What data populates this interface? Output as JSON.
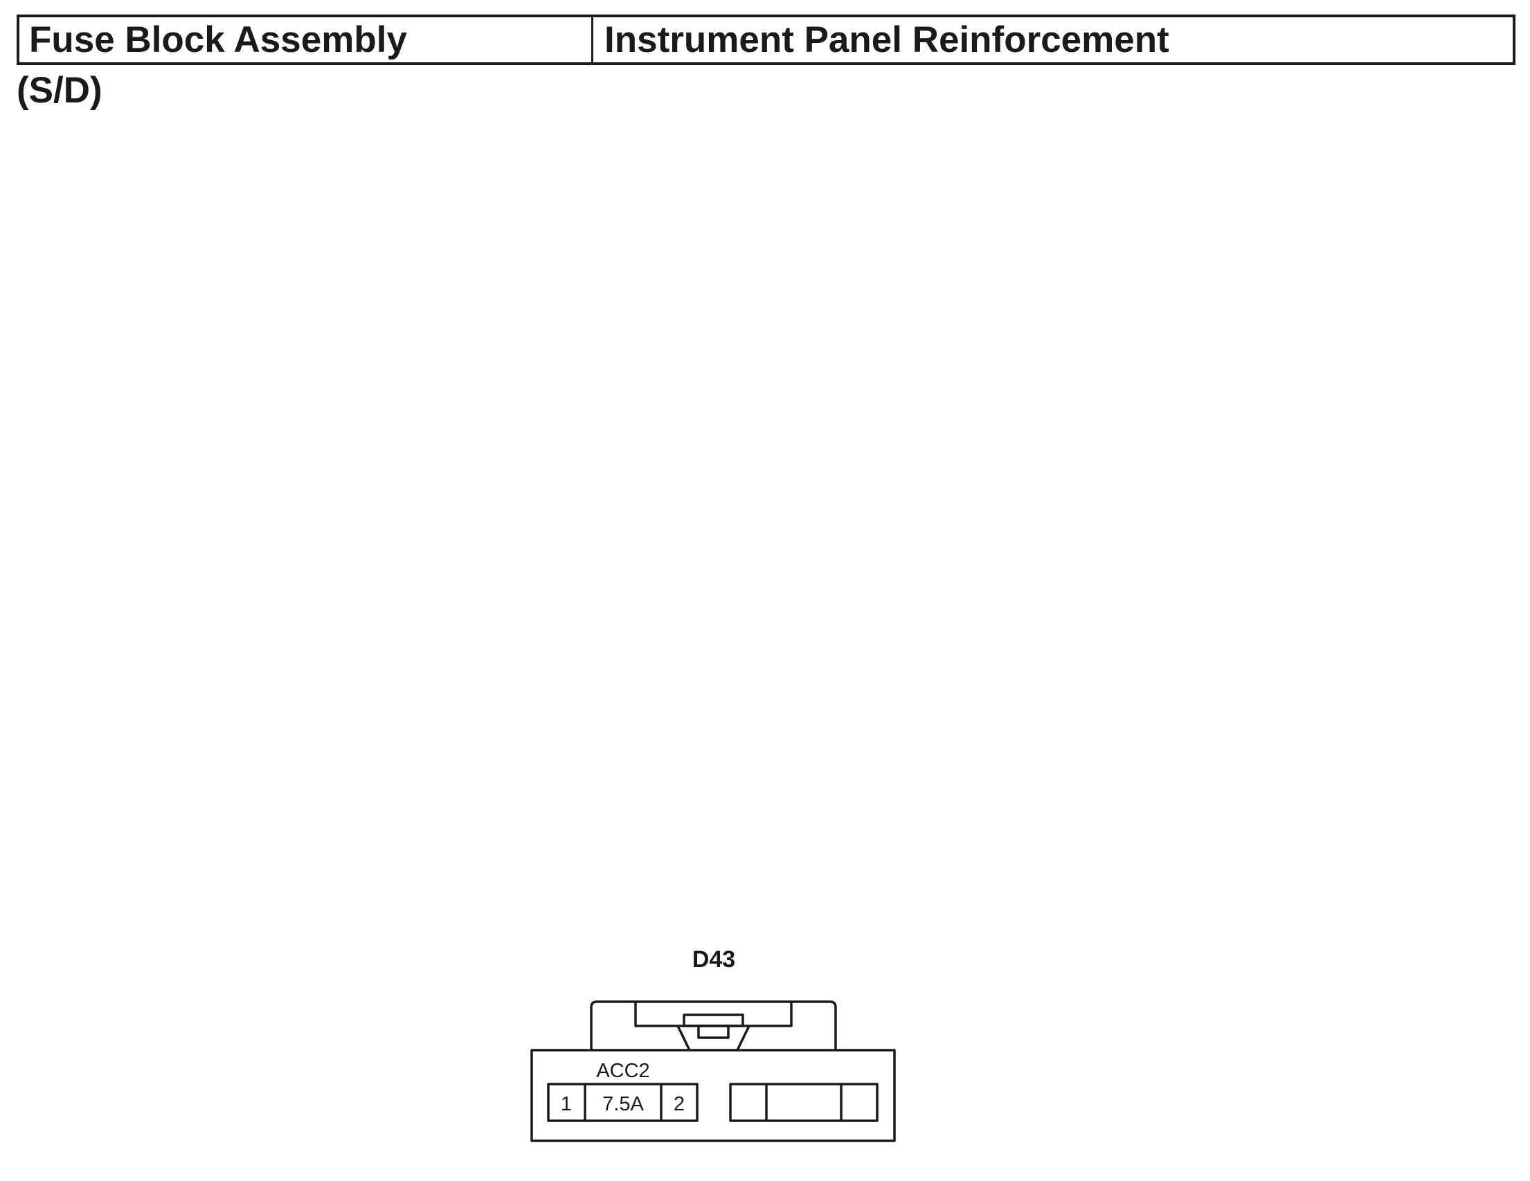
{
  "header": {
    "left_title": "Fuse Block Assembly",
    "right_title": "Instrument Panel Reinforcement"
  },
  "subtitle": "(S/D)",
  "connector": {
    "id_label": "D43",
    "fuse_name": "ACC2",
    "pin_1": "1",
    "fuse_rating": "7.5A",
    "pin_2": "2"
  }
}
